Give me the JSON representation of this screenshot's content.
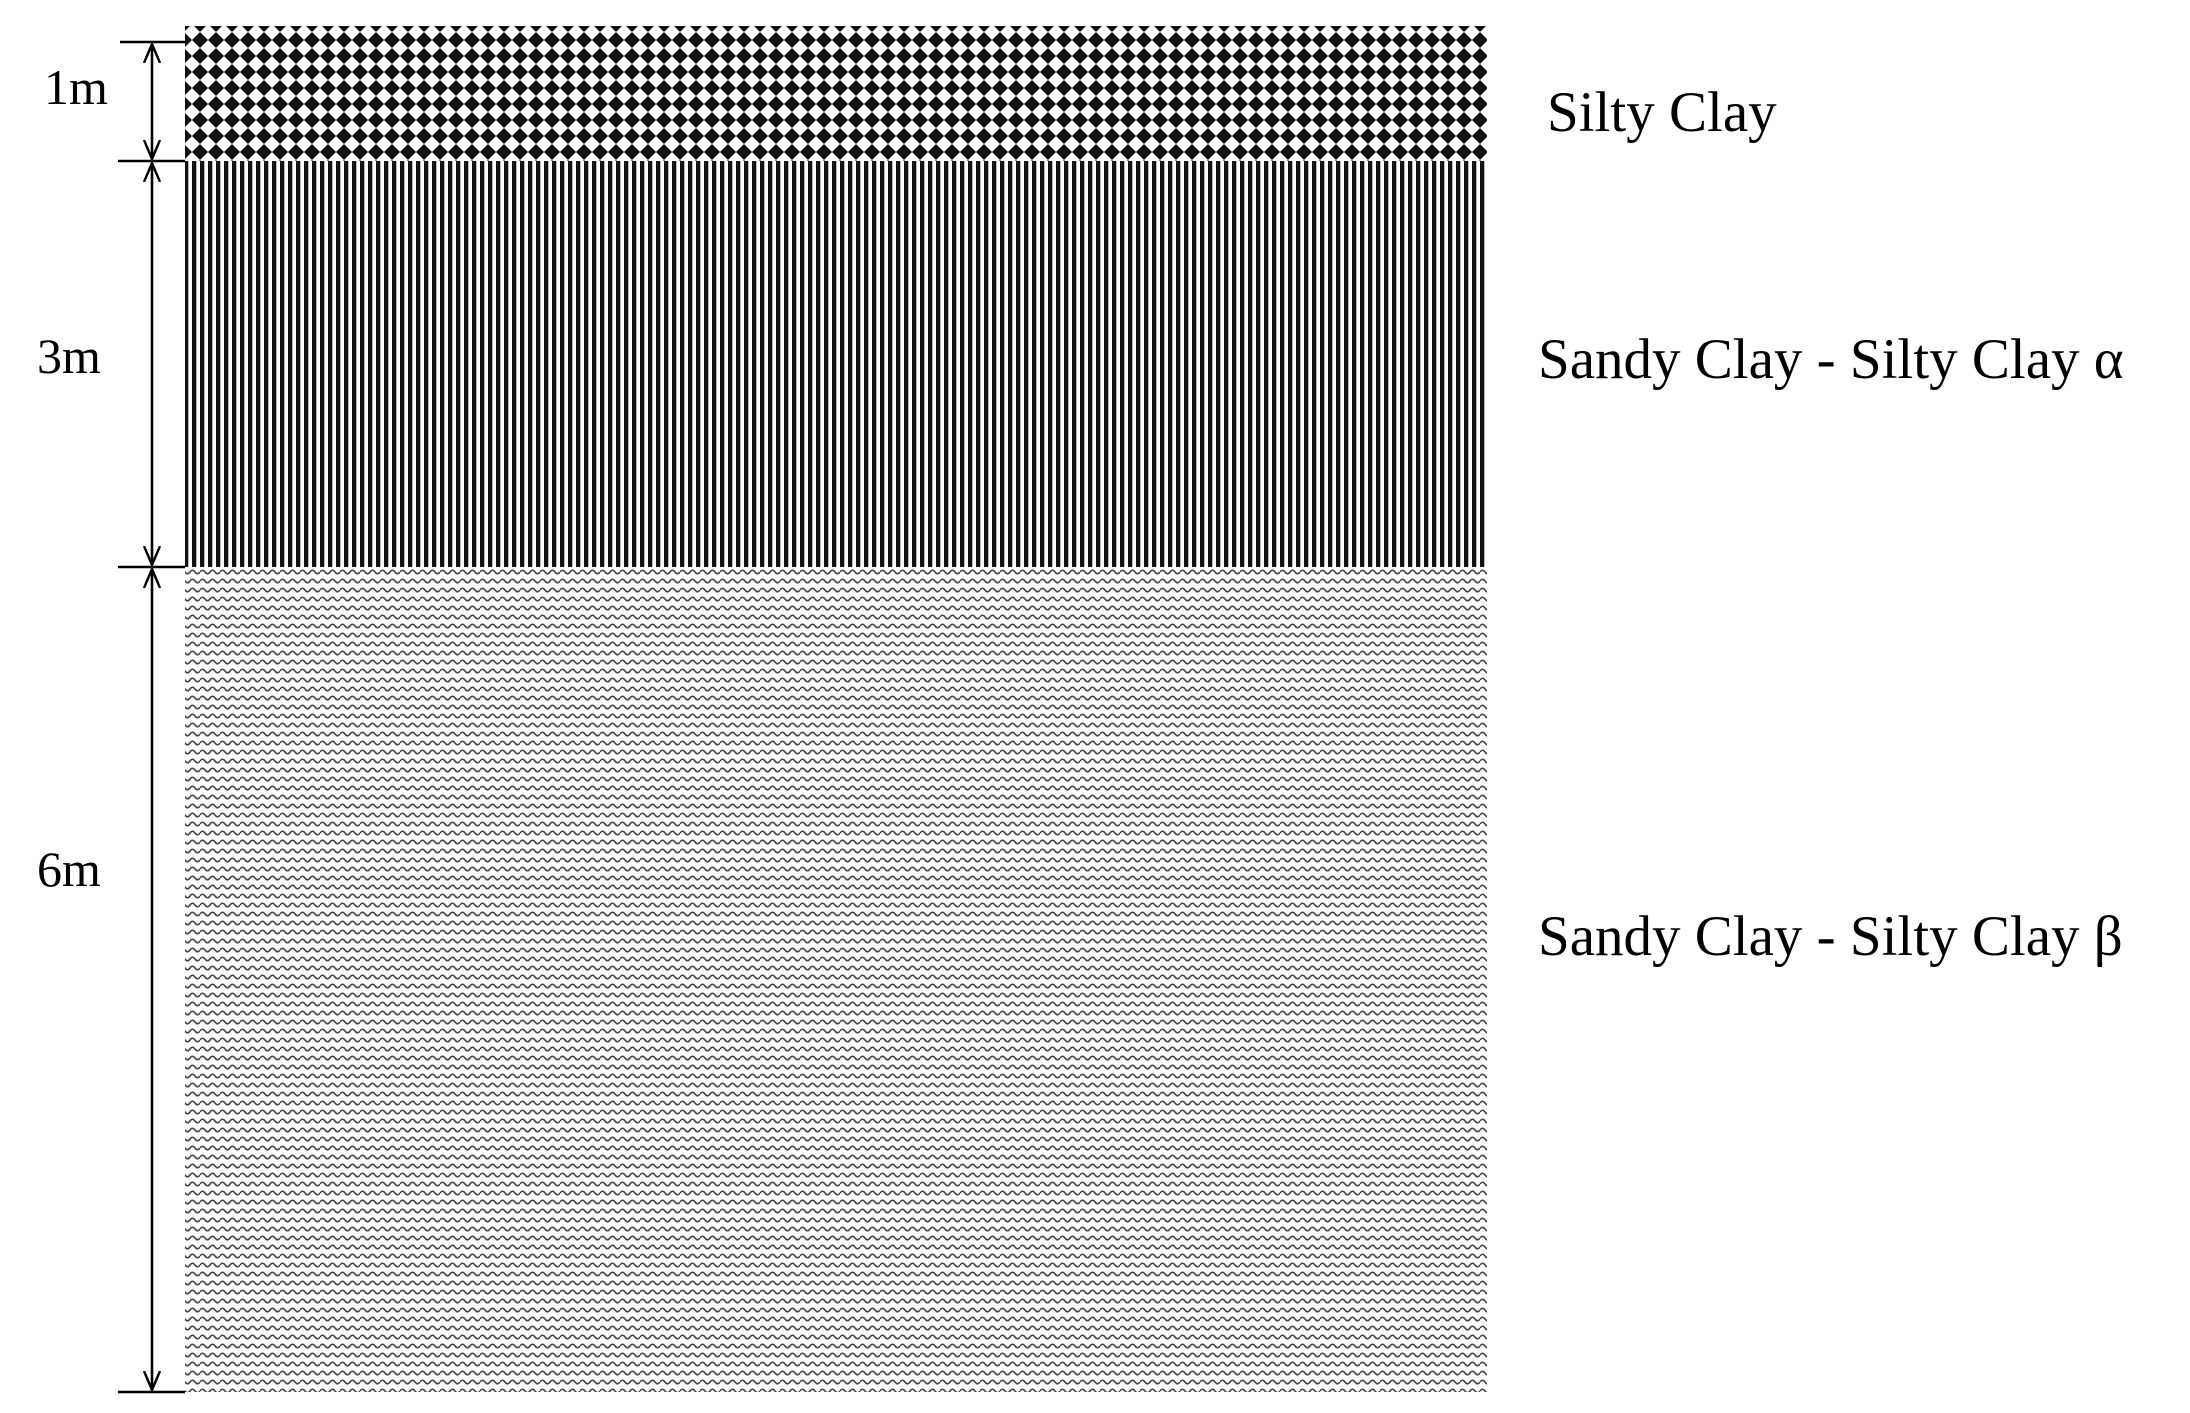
{
  "layers": [
    {
      "name": "Silty Clay",
      "thickness_label": "1m",
      "thickness_m": 1,
      "pattern": "checker-diamond"
    },
    {
      "name": "Sandy Clay - Silty Clay α",
      "thickness_label": "3m",
      "thickness_m": 3,
      "pattern": "vertical-lines"
    },
    {
      "name": "Sandy Clay - Silty Clay β",
      "thickness_label": "6m",
      "thickness_m": 6,
      "pattern": "wavy-dashes"
    }
  ],
  "colors": {
    "ink": "#000000",
    "background": "#ffffff"
  }
}
